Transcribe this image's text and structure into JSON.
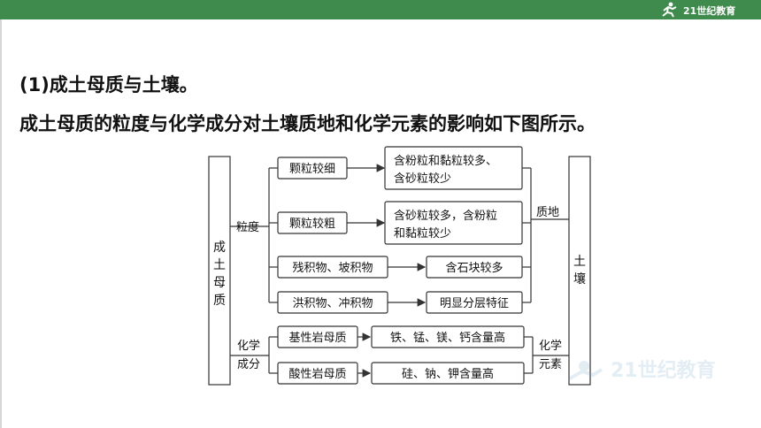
{
  "header": {
    "logo_text": "21世纪教育"
  },
  "content": {
    "section_title": "(1)成土母质与土壤。",
    "intro": "成土母质的粒度与化学成分对土壤质地和化学元素的影响如下图所示。"
  },
  "diagram": {
    "left_root": [
      "成",
      "土",
      "母",
      "质"
    ],
    "branch_granularity": "粒度",
    "branch_chem": [
      "化学",
      "成分"
    ],
    "mid": {
      "fine": "颗粒较细",
      "coarse": "颗粒较粗",
      "residual": "残积物、坡积物",
      "alluvial": "洪积物、冲积物",
      "basic_rock": "基性岩母质",
      "acid_rock": "酸性岩母质"
    },
    "result": {
      "fine_1": "含粉粒和黏粒较多、",
      "fine_2": "含砂粒较少",
      "coarse_1": "含砂粒较多，含粉粒",
      "coarse_2": "和黏粒较少",
      "residual": "含石块较多",
      "alluvial": "明显分层特征",
      "basic": "铁、锰、镁、钙含量高",
      "acid": "硅、钠、钾含量高"
    },
    "join_texture": "质地",
    "join_chem": [
      "化学",
      "元素"
    ],
    "right_root": [
      "土",
      "壤"
    ]
  },
  "watermark": {
    "text": "21世纪教育"
  }
}
